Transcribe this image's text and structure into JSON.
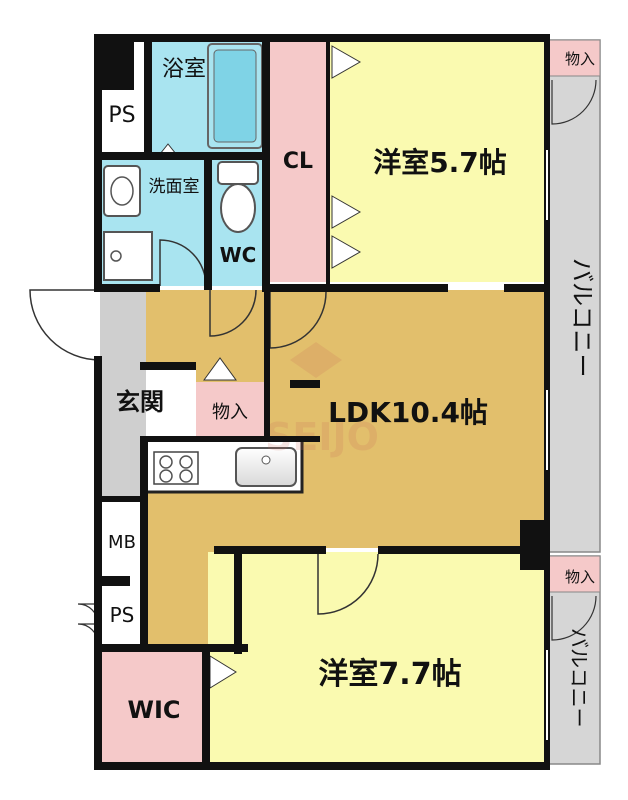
{
  "colors": {
    "wall": "#111111",
    "wet_area": "#a9e4f0",
    "closet": "#f5c9c9",
    "ldk": "#e2bf6c",
    "bedroom": "#fafab0",
    "corridor": "#cfcfcf",
    "balcony": "#d6d6d6",
    "outline": "#888888"
  },
  "rooms": {
    "bath": "浴室",
    "washroom": "洗面室",
    "toilet": "WC",
    "closet": "CL",
    "bedroom1": "洋室5.7帖",
    "bedroom2": "洋室7.7帖",
    "ldk": "LDK10.4帖",
    "entrance": "玄関",
    "storage": "物入",
    "storage_top": "物入",
    "storage_mid": "物入",
    "walk_in_closet": "WIC",
    "ps_top": "PS",
    "ps_bottom": "PS",
    "mb": "MB"
  },
  "balcony": {
    "upper": "バルコニー",
    "lower": "バルコニー"
  },
  "watermark": "SEIJO"
}
